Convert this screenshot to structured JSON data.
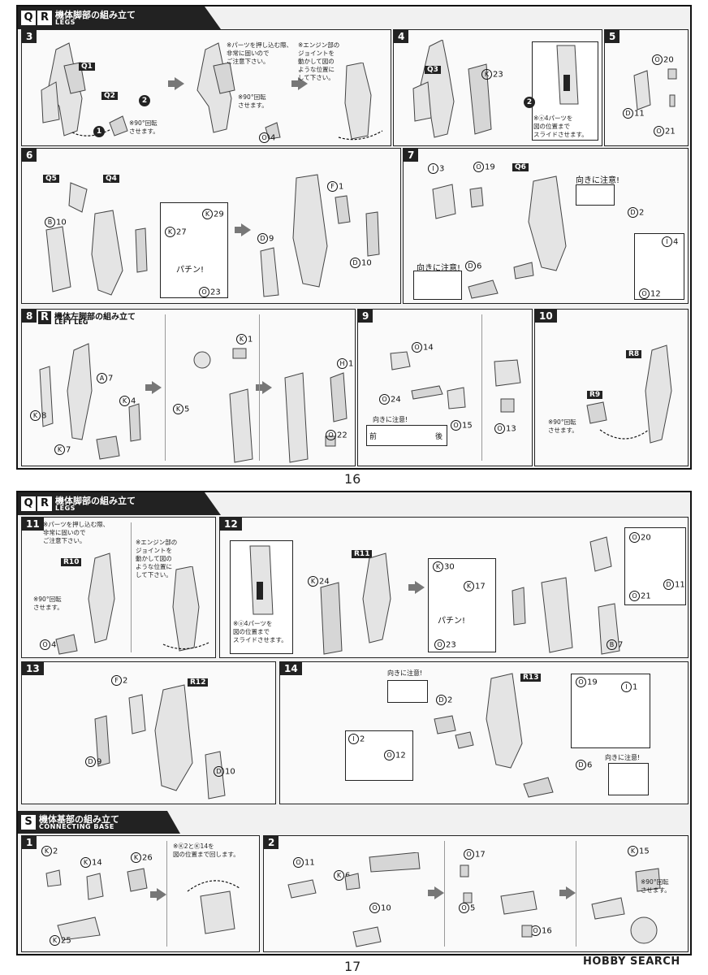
{
  "page16": {
    "page_number": "16",
    "header": {
      "badges": [
        "Q",
        "R"
      ],
      "title": "機体脚部の組み立て",
      "subtitle": "LEGS"
    },
    "steps": {
      "s3": {
        "num": "3",
        "tags": [
          "Q1",
          "Q2"
        ],
        "note1": "※90°回転\nさせます。",
        "note2": "※パーツを押し込む際、\n非常に固いので\nご注意下さい。",
        "note3": "※90°回転\nさせます。",
        "note4": "※エンジン部の\nジョイントを\n動かして図の\nような位置に\nして下さい。",
        "part_o4": "4"
      },
      "s4": {
        "num": "4",
        "tags": [
          "Q3"
        ],
        "part_k23": "23",
        "note": "※ⓞ4パーツを\n図の位置まで\nスライドさせます。"
      },
      "s5": {
        "num": "5",
        "part_o20": "20",
        "part_d11": "11",
        "part_o21": "21"
      },
      "s6": {
        "num": "6",
        "tags": [
          "Q5",
          "Q4"
        ],
        "part_b10": "10",
        "part_k27": "27",
        "part_k29": "29",
        "part_o23": "23",
        "pachin": "パチン!",
        "part_d9": "9",
        "part_f1": "1",
        "part_d10": "10"
      },
      "s7": {
        "num": "7",
        "tags": [
          "Q6"
        ],
        "part_i3": "3",
        "part_o19": "19",
        "caution1": "向きに注意!",
        "part_d2": "2",
        "caution2": "向きに注意!",
        "part_d6": "6",
        "part_i4": "4",
        "part_o12": "12"
      }
    },
    "section_r": {
      "badge": "R",
      "title": "機体左脚部の組み立て",
      "subtitle": "LEFT LEG"
    },
    "steps_r": {
      "s8": {
        "num": "8",
        "part_a7": "7",
        "part_k8": "8",
        "part_k4": "4",
        "part_k7": "7",
        "part_k5": "5",
        "part_k1": "1",
        "part_h1": "1",
        "part_o22": "22"
      },
      "s9": {
        "num": "9",
        "part_o14": "14",
        "part_o24": "24",
        "part_o15": "15",
        "caution": "向きに注意!",
        "front": "前",
        "back": "後",
        "part_o13": "13"
      },
      "s10": {
        "num": "10",
        "tags": [
          "R8",
          "R9"
        ],
        "note": "※90°回転\nさせます。"
      }
    }
  },
  "page17": {
    "page_number": "17",
    "header": {
      "badges": [
        "Q",
        "R"
      ],
      "title": "機体脚部の組み立て",
      "subtitle": "LEGS"
    },
    "steps": {
      "s11": {
        "num": "11",
        "tags": [
          "R10"
        ],
        "note1": "※パーツを押し込む際、\n非常に固いので\nご注意下さい。",
        "note2": "※90°回転\nさせます。",
        "note3": "※エンジン部の\nジョイントを\n動かして図の\nような位置に\nして下さい。",
        "part_o4": "4"
      },
      "s12": {
        "num": "12",
        "tags": [
          "R11"
        ],
        "note": "※ⓞ4パーツを\n図の位置まで\nスライドさせます。",
        "part_k24": "24",
        "part_k30": "30",
        "part_k17": "17",
        "pachin": "パチン!",
        "part_o23": "23",
        "part_o20": "20",
        "part_o21": "21",
        "part_d11": "11",
        "part_b7": "7"
      },
      "s13": {
        "num": "13",
        "tags": [
          "R12"
        ],
        "part_f2": "2",
        "part_d9": "9",
        "part_d10": "10"
      },
      "s14": {
        "num": "14",
        "tags": [
          "R13"
        ],
        "caution1": "向きに注意!",
        "part_d2": "2",
        "part_i2": "2",
        "part_o12": "12",
        "part_o19": "19",
        "part_i1": "1",
        "caution2": "向きに注意!",
        "part_d6": "6"
      }
    },
    "section_s": {
      "badge": "S",
      "title": "機体基部の組み立て",
      "subtitle": "CONNECTING BASE"
    },
    "steps_s": {
      "s1": {
        "num": "1",
        "part_k2": "2",
        "part_k14": "14",
        "part_k26": "26",
        "part_k25": "25",
        "note": "※Ⓚ2とⓀ14を\n図の位置まで回します。"
      },
      "s2": {
        "num": "2",
        "part_o11": "11",
        "part_k6": "6",
        "part_o10": "10",
        "part_o17": "17",
        "part_o5": "5",
        "part_o16": "16",
        "part_k15": "15",
        "note": "※90°回転\nさせます。"
      }
    }
  },
  "watermark": "HOBBY SEARCH"
}
